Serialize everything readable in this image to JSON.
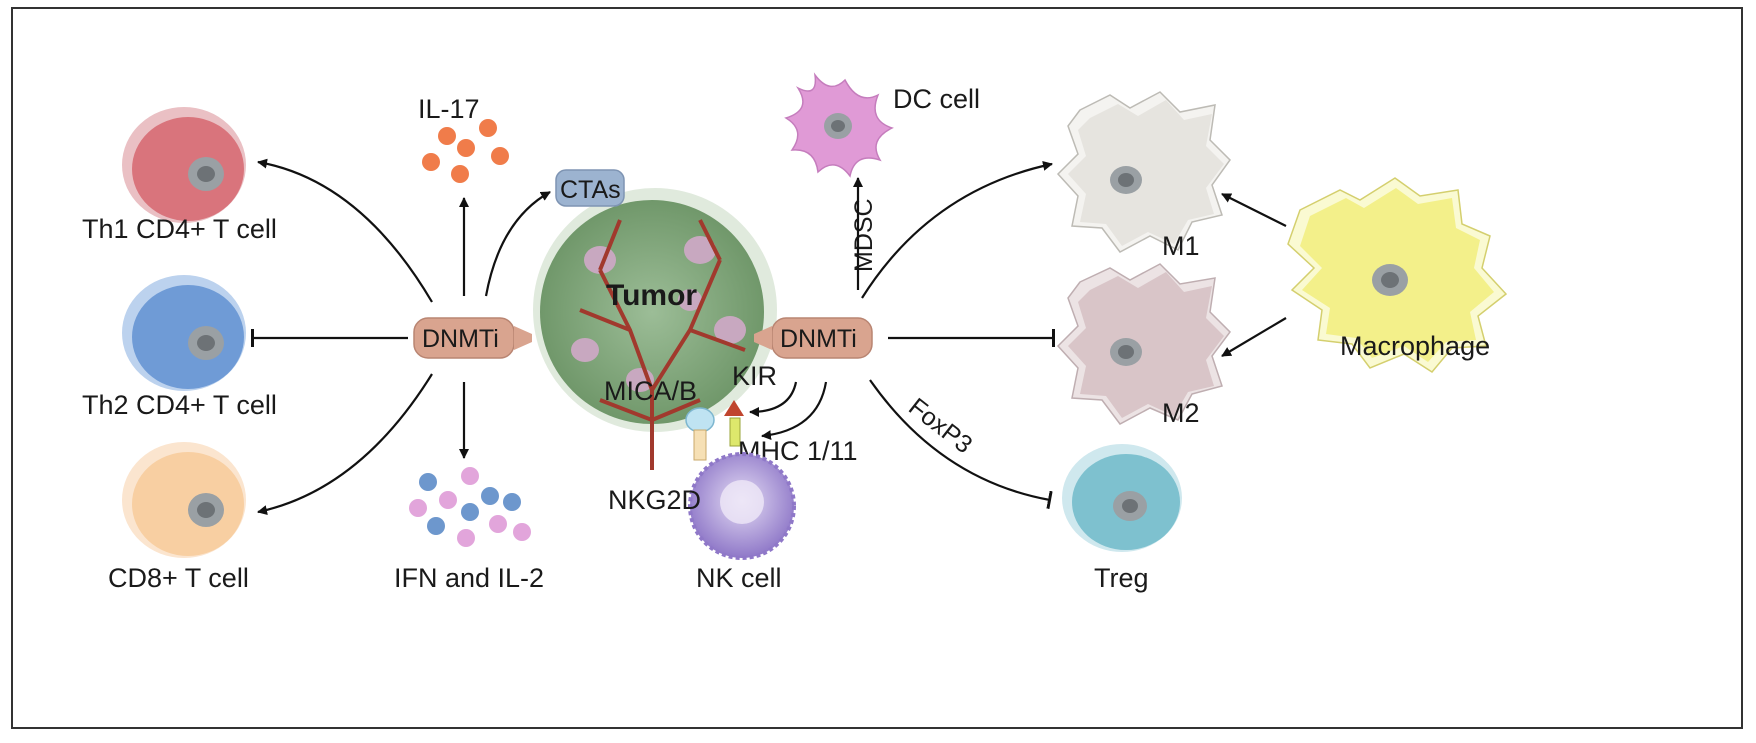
{
  "labels": {
    "il17": "IL-17",
    "ctas": "CTAs",
    "dc_cell": "DC cell",
    "th1": "Th1 CD4+ T cell",
    "th2": "Th2 CD4+ T cell",
    "cd8": "CD8+ T cell",
    "ifn": "IFN and IL-2",
    "dnmti_left": "DNMTi",
    "dnmti_right": "DNMTi",
    "tumor": "Tumor",
    "mdsc": "MDSC",
    "mica": "MICA/B",
    "kir": "KIR",
    "mhc": "MHC 1/11",
    "nkg2d": "NKG2D",
    "nk_cell": "NK cell",
    "m1": "M1",
    "m2": "M2",
    "macrophage": "Macrophage",
    "foxp3": "FoxP3",
    "treg": "Treg"
  },
  "colors": {
    "th1": "#d9747c",
    "th2": "#6f9bd6",
    "cd8": "#f8cfa2",
    "dnmti": "#d9a48f",
    "tumor": "#7ea37a",
    "vessel": "#a1392d",
    "dc": "#e09ad6",
    "ctas": "#9cb3d0",
    "nk": "#a994d6",
    "m1": "#e6e4df",
    "m2": "#d9c5c8",
    "macrophage": "#f3f08a",
    "treg": "#7ec1cf",
    "il17_dot": "#f07c4a",
    "ifn_dot_pink": "#e2a5db",
    "ifn_dot_blue": "#6d97cd"
  }
}
